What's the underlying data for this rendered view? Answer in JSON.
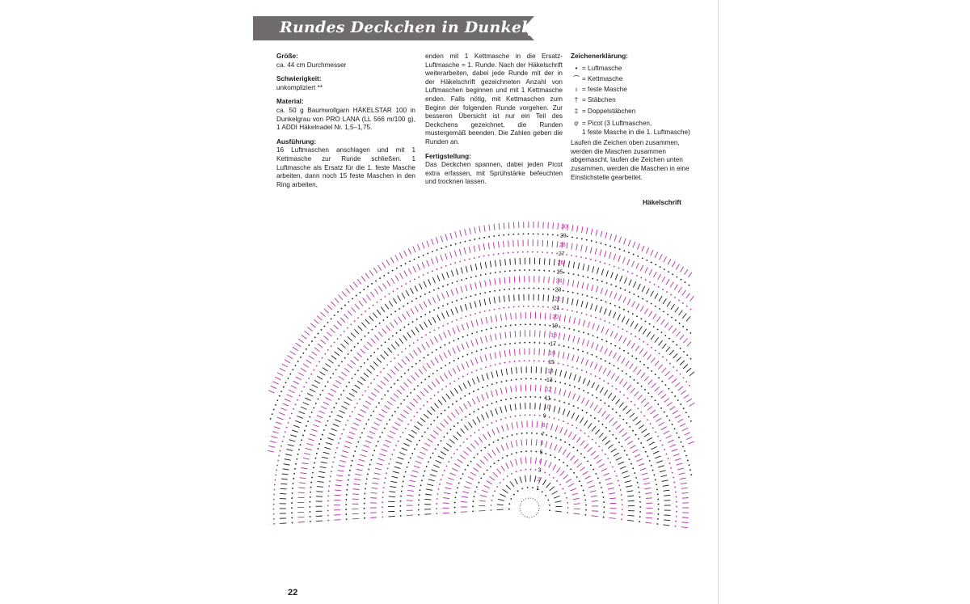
{
  "title": "Rundes Deckchen in Dunkelgrau",
  "colors": {
    "banner": "#6f6b6e",
    "accent": "#b0309c",
    "ink": "#1a1a1a"
  },
  "col1": {
    "size_heading": "Größe:",
    "size_text": "ca. 44 cm Durchmesser",
    "difficulty_heading": "Schwierigkeit:",
    "difficulty_text": "unkompliziert **",
    "material_heading": "Material:",
    "material_text": "ca. 50 g Baumwollgarn HÄKELSTAR 100 in Dunkelgrau von PRO LANA (LL 566 m/100 g), 1 ADDI Häkelnadel Nr. 1,5–1,75.",
    "execution_heading": "Ausführung:",
    "execution_text": "16 Luftmaschen anschlagen und mit 1 Kettmasche zur Runde schließen. 1 Luftmasche als Ersatz für die 1. feste Masche arbeiten, dann noch 15 feste Maschen in den Ring arbeiten,"
  },
  "col2": {
    "text": "enden mit 1 Kettmasche in die Ersatz-Luftmasche = 1. Runde. Nach der Häkelschrift weiterarbeiten, dabei jede Runde mit der in der Häkelschrift gezeichneten Anzahl von Luftmaschen beginnen und mit 1 Kettmasche enden. Falls nötig, mit Kettmaschen zum Beginn der folgenden Runde vorgehen. Zur besseren Übersicht ist nur ein Teil des Deckchens gezeichnet, die Runden mustergemäß beenden. Die Zahlen geben die Runden an.",
    "finishing_heading": "Fertigstellung:",
    "finishing_text": "Das Deckchen spannen, dabei jeden Picot extra erfassen, mit Sprühstärke befeuchten und trocknen lassen."
  },
  "legend": {
    "heading": "Zeichenerklärung:",
    "items": [
      {
        "icon": "dot-icon",
        "glyph": "•",
        "label": "= Luftmasche"
      },
      {
        "icon": "arc-icon",
        "glyph": "⌒",
        "label": "= Kettmasche"
      },
      {
        "icon": "bar-icon",
        "glyph": "ı",
        "label": "= feste Masche"
      },
      {
        "icon": "single-cross-icon",
        "glyph": "†",
        "label": "= Stäbchen"
      },
      {
        "icon": "double-cross-icon",
        "glyph": "‡",
        "label": "= Doppelstäbchen"
      },
      {
        "icon": "picot-icon",
        "glyph": "ợ",
        "label": "= Picot (3 Luftmaschen,\n1 feste Masche in die 1. Luftmasche)"
      }
    ],
    "note": "Laufen die Zeichen oben zusammen, werden die Maschen zusammen abgemascht, laufen die Zeichen unten zusammen, werden die Maschen in eine Einstichstelle gearbeitet."
  },
  "diagram": {
    "heading": "Häkelschrift",
    "round_numbers": [
      "1",
      "2",
      "3",
      "4",
      "5",
      "6",
      "7",
      "8",
      "9",
      "10",
      "11",
      "12",
      "13",
      "14",
      "15",
      "16",
      "17",
      "18",
      "19",
      "20",
      "21",
      "22",
      "23",
      "24",
      "25",
      "26",
      "27",
      "28",
      "29",
      "30"
    ]
  },
  "page_number": "22"
}
